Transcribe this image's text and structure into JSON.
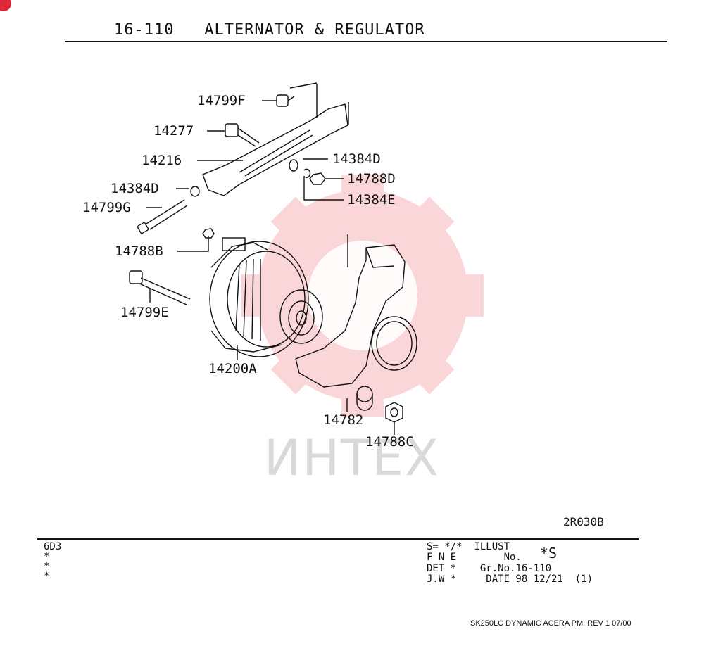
{
  "header": {
    "title": "16-110   ALTERNATOR & REGULATOR"
  },
  "watermark": {
    "text": "ИНТЕХ",
    "color": "#e8212e"
  },
  "parts": {
    "p14799F": "14799F",
    "p14277": "14277",
    "p14216": "14216",
    "p14384D_a": "14384D",
    "p14788D": "14788D",
    "p14384E": "14384E",
    "p14384D_b": "14384D",
    "p14799G": "14799G",
    "p14788B": "14788B",
    "p14799E": "14799E",
    "p14200A": "14200A",
    "p14782": "14782",
    "p14788C": "14788C"
  },
  "illustration_code": "2R030B",
  "info_left": {
    "line1": "6D3",
    "line2": "*",
    "line3": "*",
    "line4": "*"
  },
  "info_right": {
    "line1": "S= */*  ILLUST",
    "sym": "*S",
    "line2": "F N E        No.",
    "line3": "DET *    Gr.No.16-110",
    "line4": "J.W *     DATE 98 12/21  (1)"
  },
  "footer": {
    "text": "SK250LC DYNAMIC ACERA PM, REV 1 07/00"
  }
}
